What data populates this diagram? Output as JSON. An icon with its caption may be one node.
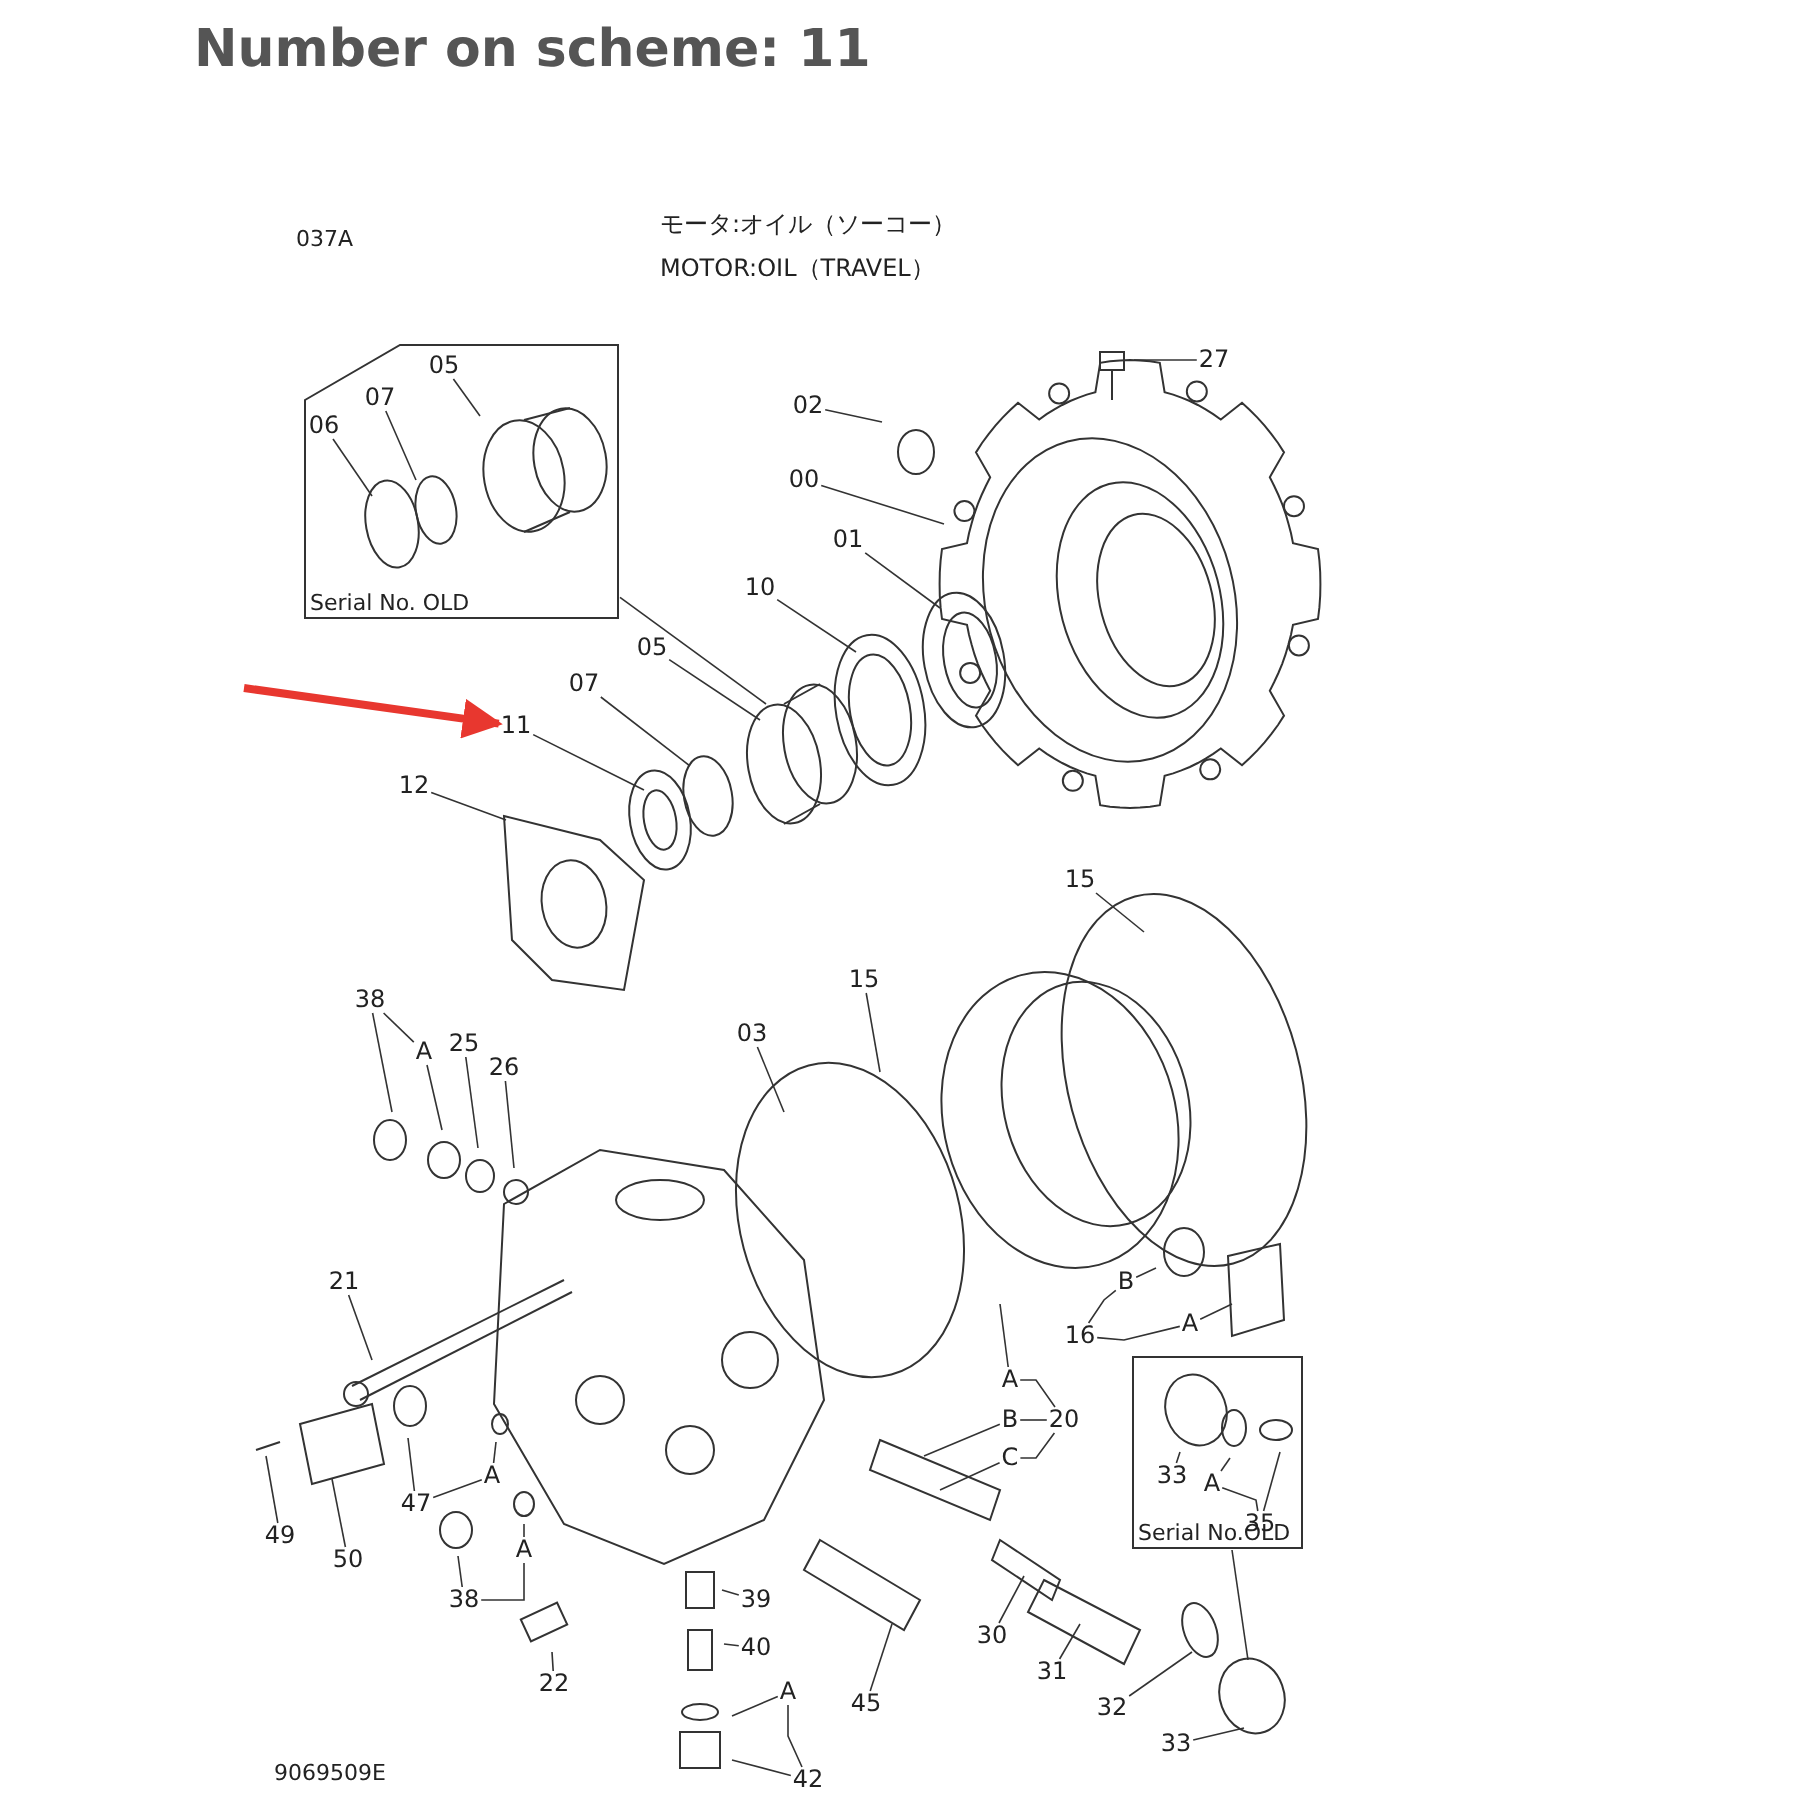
{
  "diagram": {
    "title": "Number on scheme: 11",
    "nodes": [
      {
        "text": [
          "Serial No. OLD"
        ]
      },
      {
        "text": [
          "05"
        ],
        "in": 0
      },
      {
        "text": [
          "07"
        ],
        "in": 0
      },
      {
        "text": [
          "06"
        ],
        "in": 0
      },
      {
        "text": [
          "27"
        ]
      },
      {
        "text": [
          "02"
        ]
      },
      {
        "text": [
          "00"
        ]
      },
      {
        "text": [
          "01"
        ]
      },
      {
        "text": [
          "10"
        ]
      },
      {
        "text": [
          "05"
        ]
      },
      {
        "text": [
          "07"
        ]
      },
      {
        "text": [
          "11"
        ]
      },
      {
        "text": [
          "12"
        ]
      },
      {
        "text": [
          "15"
        ]
      },
      {
        "text": [
          "38"
        ]
      },
      {
        "text": [
          "A"
        ]
      },
      {
        "text": [
          "25"
        ]
      },
      {
        "text": [
          "26"
        ]
      },
      {
        "text": [
          "03"
        ]
      },
      {
        "text": [
          "15"
        ]
      },
      {
        "text": [
          "21"
        ]
      },
      {
        "text": [
          "B"
        ]
      },
      {
        "text": [
          "16"
        ]
      },
      {
        "text": [
          "A"
        ]
      },
      {
        "text": [
          "Serial No.OLD"
        ]
      },
      {
        "text": [
          "33"
        ],
        "in": 24
      },
      {
        "text": [
          "A"
        ],
        "in": 24
      },
      {
        "text": [
          "35"
        ],
        "in": 24
      },
      {
        "text": [
          "47"
        ]
      },
      {
        "text": [
          "A"
        ]
      },
      {
        "text": [
          "49"
        ]
      },
      {
        "text": [
          "50"
        ]
      },
      {
        "text": [
          "A"
        ]
      },
      {
        "text": [
          "B"
        ]
      },
      {
        "text": [
          "C"
        ]
      },
      {
        "text": [
          "20"
        ]
      },
      {
        "text": [
          "A"
        ]
      },
      {
        "text": [
          "38"
        ]
      },
      {
        "text": [
          "39"
        ]
      },
      {
        "text": [
          "40"
        ]
      },
      {
        "text": [
          "A"
        ]
      },
      {
        "text": [
          "42"
        ]
      },
      {
        "text": [
          "22"
        ]
      },
      {
        "text": [
          "45"
        ]
      },
      {
        "text": [
          "30"
        ]
      },
      {
        "text": [
          "31"
        ]
      },
      {
        "text": [
          "32"
        ]
      },
      {
        "text": [
          "33"
        ]
      }
    ],
    "edges": [
      {
        "from": 0,
        "to": null,
        "arrow": "none"
      },
      {
        "from": 1,
        "to": null,
        "arrow": "none"
      },
      {
        "from": 2,
        "to": null,
        "arrow": "none"
      },
      {
        "from": 3,
        "to": null,
        "arrow": "none"
      },
      {
        "from": 4,
        "to": null,
        "arrow": "none"
      },
      {
        "from": 5,
        "to": null,
        "arrow": "none"
      },
      {
        "from": 6,
        "to": null,
        "arrow": "none"
      },
      {
        "from": 7,
        "to": null,
        "arrow": "none"
      },
      {
        "from": 8,
        "to": null,
        "arrow": "none"
      },
      {
        "from": 9,
        "to": null,
        "arrow": "none"
      },
      {
        "from": 10,
        "to": null,
        "arrow": "none"
      },
      {
        "from": 11,
        "to": null,
        "arrow": "none"
      },
      {
        "from": 12,
        "to": null,
        "arrow": "none"
      },
      {
        "from": 13,
        "to": null,
        "arrow": "none"
      },
      {
        "from": 14,
        "to": null,
        "arrow": "none"
      },
      {
        "from": 14,
        "to": 15,
        "arrow": "none"
      },
      {
        "from": 15,
        "to": null,
        "arrow": "none"
      },
      {
        "from": 16,
        "to": null,
        "arrow": "none"
      },
      {
        "from": 17,
        "to": null,
        "arrow": "none"
      },
      {
        "from": 18,
        "to": null,
        "arrow": "none"
      },
      {
        "from": 19,
        "to": null,
        "arrow": "none"
      },
      {
        "from": 20,
        "to": null,
        "arrow": "none"
      },
      {
        "from": 22,
        "to": 21,
        "arrow": "none"
      },
      {
        "from": 22,
        "to": 23,
        "arrow": "none"
      },
      {
        "from": 21,
        "to": null,
        "arrow": "none"
      },
      {
        "from": 23,
        "to": null,
        "arrow": "none"
      },
      {
        "from": 24,
        "to": null,
        "arrow": "none"
      },
      {
        "from": 25,
        "to": null,
        "arrow": "none"
      },
      {
        "from": 27,
        "to": 26,
        "arrow": "none"
      },
      {
        "from": 26,
        "to": null,
        "arrow": "none"
      },
      {
        "from": 27,
        "to": null,
        "arrow": "none"
      },
      {
        "from": 28,
        "to": null,
        "arrow": "none"
      },
      {
        "from": 28,
        "to": 29,
        "arrow": "none"
      },
      {
        "from": 29,
        "to": null,
        "arrow": "none"
      },
      {
        "from": 30,
        "to": null,
        "arrow": "none"
      },
      {
        "from": 31,
        "to": null,
        "arrow": "none"
      },
      {
        "from": 35,
        "to": 32,
        "arrow": "none"
      },
      {
        "from": 35,
        "to": 33,
        "arrow": "none"
      },
      {
        "from": 35,
        "to": 34,
        "arrow": "none"
      },
      {
        "from": 32,
        "to": null,
        "arrow": "none"
      },
      {
        "from": 33,
        "to": null,
        "arrow": "none"
      },
      {
        "from": 34,
        "to": null,
        "arrow": "none"
      },
      {
        "from": 37,
        "to": 36,
        "arrow": "none"
      },
      {
        "from": 37,
        "to": null,
        "arrow": "none"
      },
      {
        "from": 36,
        "to": null,
        "arrow": "none"
      },
      {
        "from": 38,
        "to": null,
        "arrow": "none"
      },
      {
        "from": 39,
        "to": null,
        "arrow": "none"
      },
      {
        "from": 41,
        "to": 40,
        "arrow": "none"
      },
      {
        "from": 41,
        "to": null,
        "arrow": "none"
      },
      {
        "from": 40,
        "to": null,
        "arrow": "none"
      },
      {
        "from": 42,
        "to": null,
        "arrow": "none"
      },
      {
        "from": 43,
        "to": null,
        "arrow": "none"
      },
      {
        "from": 44,
        "to": null,
        "arrow": "none"
      },
      {
        "from": 45,
        "to": null,
        "arrow": "none"
      },
      {
        "from": 46,
        "to": null,
        "arrow": "none"
      },
      {
        "from": 47,
        "to": null,
        "arrow": "none"
      },
      {
        "from": null,
        "to": 11,
        "arrow": "to",
        "style": "thick",
        "color": "#e8372f"
      }
    ],
    "labels": [
      "037A",
      "モータ:オイル（ソーコー）",
      "MOTOR:OIL（TRAVEL）",
      "9069509E"
    ]
  }
}
